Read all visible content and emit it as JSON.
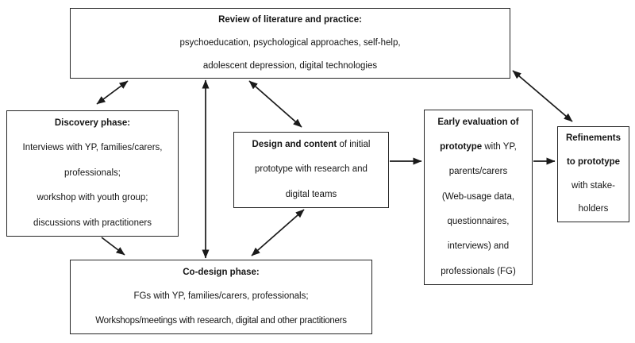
{
  "diagram": {
    "background_color": "#ffffff",
    "line_color": "#1a1a1a",
    "boxes": {
      "review": {
        "title": "Review of literature and practice:",
        "line1": "psychoeducation, psychological approaches, self-help,",
        "line2": "adolescent depression, digital technologies"
      },
      "discovery": {
        "title": "Discovery phase:",
        "line1": "Interviews with YP, families/carers,",
        "line2": "professionals;",
        "line3": "workshop with youth group;",
        "line4": "discussions with practitioners"
      },
      "design": {
        "line1_bold": "Design and content",
        "line1_rest": " of initial",
        "line2": "prototype with research and",
        "line3": "digital teams"
      },
      "evaluation": {
        "line1_bold": "Early evaluation of",
        "line2_bold": "prototype",
        "line2_rest": " with YP,",
        "line3": "parents/carers",
        "line4": "(Web-usage data,",
        "line5": "questionnaires,",
        "line6": "interviews) and",
        "line7": "professionals (FG)"
      },
      "refinements": {
        "line1_bold": "Refinements",
        "line2_bold": "to prototype",
        "line3": "with stake-",
        "line4": "holders"
      },
      "codesign": {
        "title": "Co-design phase:",
        "line1": "FGs with YP, families/carers, professionals;",
        "line2": "Workshops/meetings with research, digital and other practitioners"
      }
    },
    "arrows": [
      {
        "from": "review",
        "to": "discovery",
        "bidirectional": true
      },
      {
        "from": "review",
        "to": "codesign",
        "bidirectional": true
      },
      {
        "from": "review",
        "to": "design",
        "bidirectional": true
      },
      {
        "from": "review",
        "to": "refinements",
        "bidirectional": true
      },
      {
        "from": "discovery",
        "to": "codesign",
        "bidirectional": false
      },
      {
        "from": "design",
        "to": "codesign",
        "bidirectional": true
      },
      {
        "from": "design",
        "to": "evaluation",
        "bidirectional": false
      },
      {
        "from": "evaluation",
        "to": "refinements",
        "bidirectional": false
      }
    ]
  }
}
